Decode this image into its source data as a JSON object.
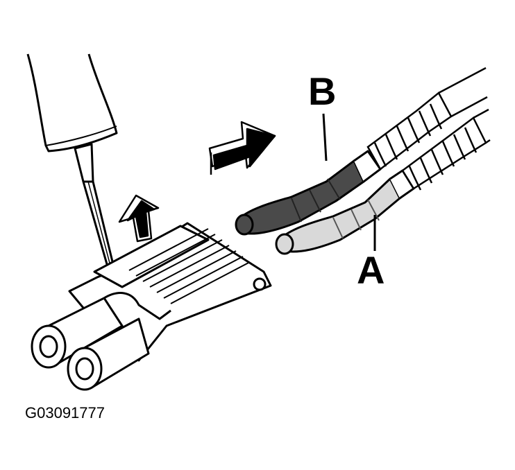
{
  "labels": {
    "b": "B",
    "a": "A"
  },
  "figure_code": "G03091777",
  "colors": {
    "outline": "#000000",
    "connector_b": "#4a4a4a",
    "connector_a": "#d9d9d9",
    "housing": "#ffffff"
  }
}
